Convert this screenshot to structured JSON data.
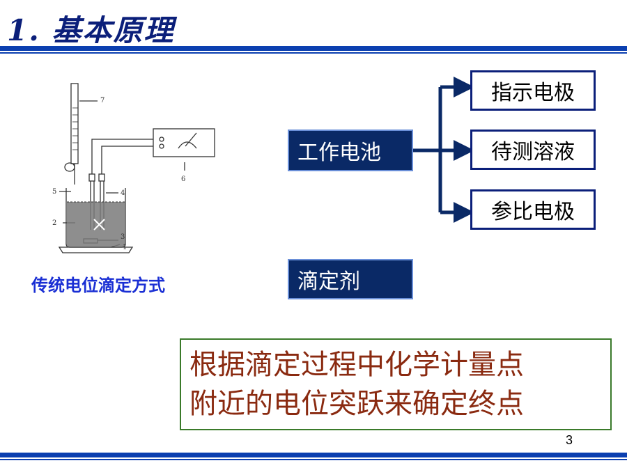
{
  "slide": {
    "title": "1. 基本原理",
    "page_number": "3"
  },
  "diagram": {
    "caption": "传统电位滴定方式",
    "labels": [
      "7",
      "6",
      "5",
      "4",
      "2",
      "3",
      "1"
    ]
  },
  "flow": {
    "source": "工作电池",
    "targets": [
      "指示电极",
      "待测溶液",
      "参比电极"
    ],
    "titrant": "滴定剂"
  },
  "statement": {
    "line1": "根据滴定过程中化学计量点",
    "line2": "附近的电位突跃来确定终点"
  },
  "colors": {
    "rule": "#0b3fb0",
    "dark_box": "#0a2966",
    "statement_text": "#8a2a10",
    "caption": "#1a2fd4"
  }
}
